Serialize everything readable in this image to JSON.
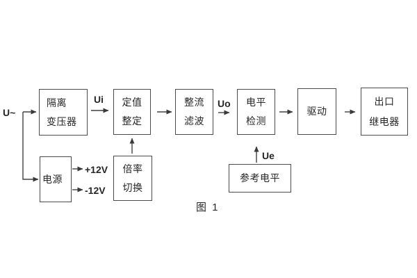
{
  "figure": {
    "caption": "图 1",
    "input_label": "U~",
    "signal_labels": {
      "ui": "Ui",
      "uo": "Uo",
      "ue": "Ue"
    },
    "power_rails": {
      "positive": "+12V",
      "negative": "-12V"
    },
    "blocks": {
      "isolation_transformer": {
        "line1": "隔离",
        "line2": "变压器"
      },
      "value_setting": {
        "line1": "定值",
        "line2": "整定"
      },
      "rectifier_filter": {
        "line1": "整流",
        "line2": "滤波"
      },
      "level_detection": {
        "line1": "电平",
        "line2": "检测"
      },
      "driver": {
        "label": "驱动"
      },
      "output_relay": {
        "line1": "出口",
        "line2": "继电器"
      },
      "power_supply": {
        "label": "电源"
      },
      "multiplier_switch": {
        "line1": "倍率",
        "line2": "切换"
      },
      "reference_level": {
        "label": "参考电平"
      }
    },
    "colors": {
      "line": "#404040",
      "border": "#4a4a4a",
      "text": "#262626",
      "background": "#ffffff"
    }
  }
}
